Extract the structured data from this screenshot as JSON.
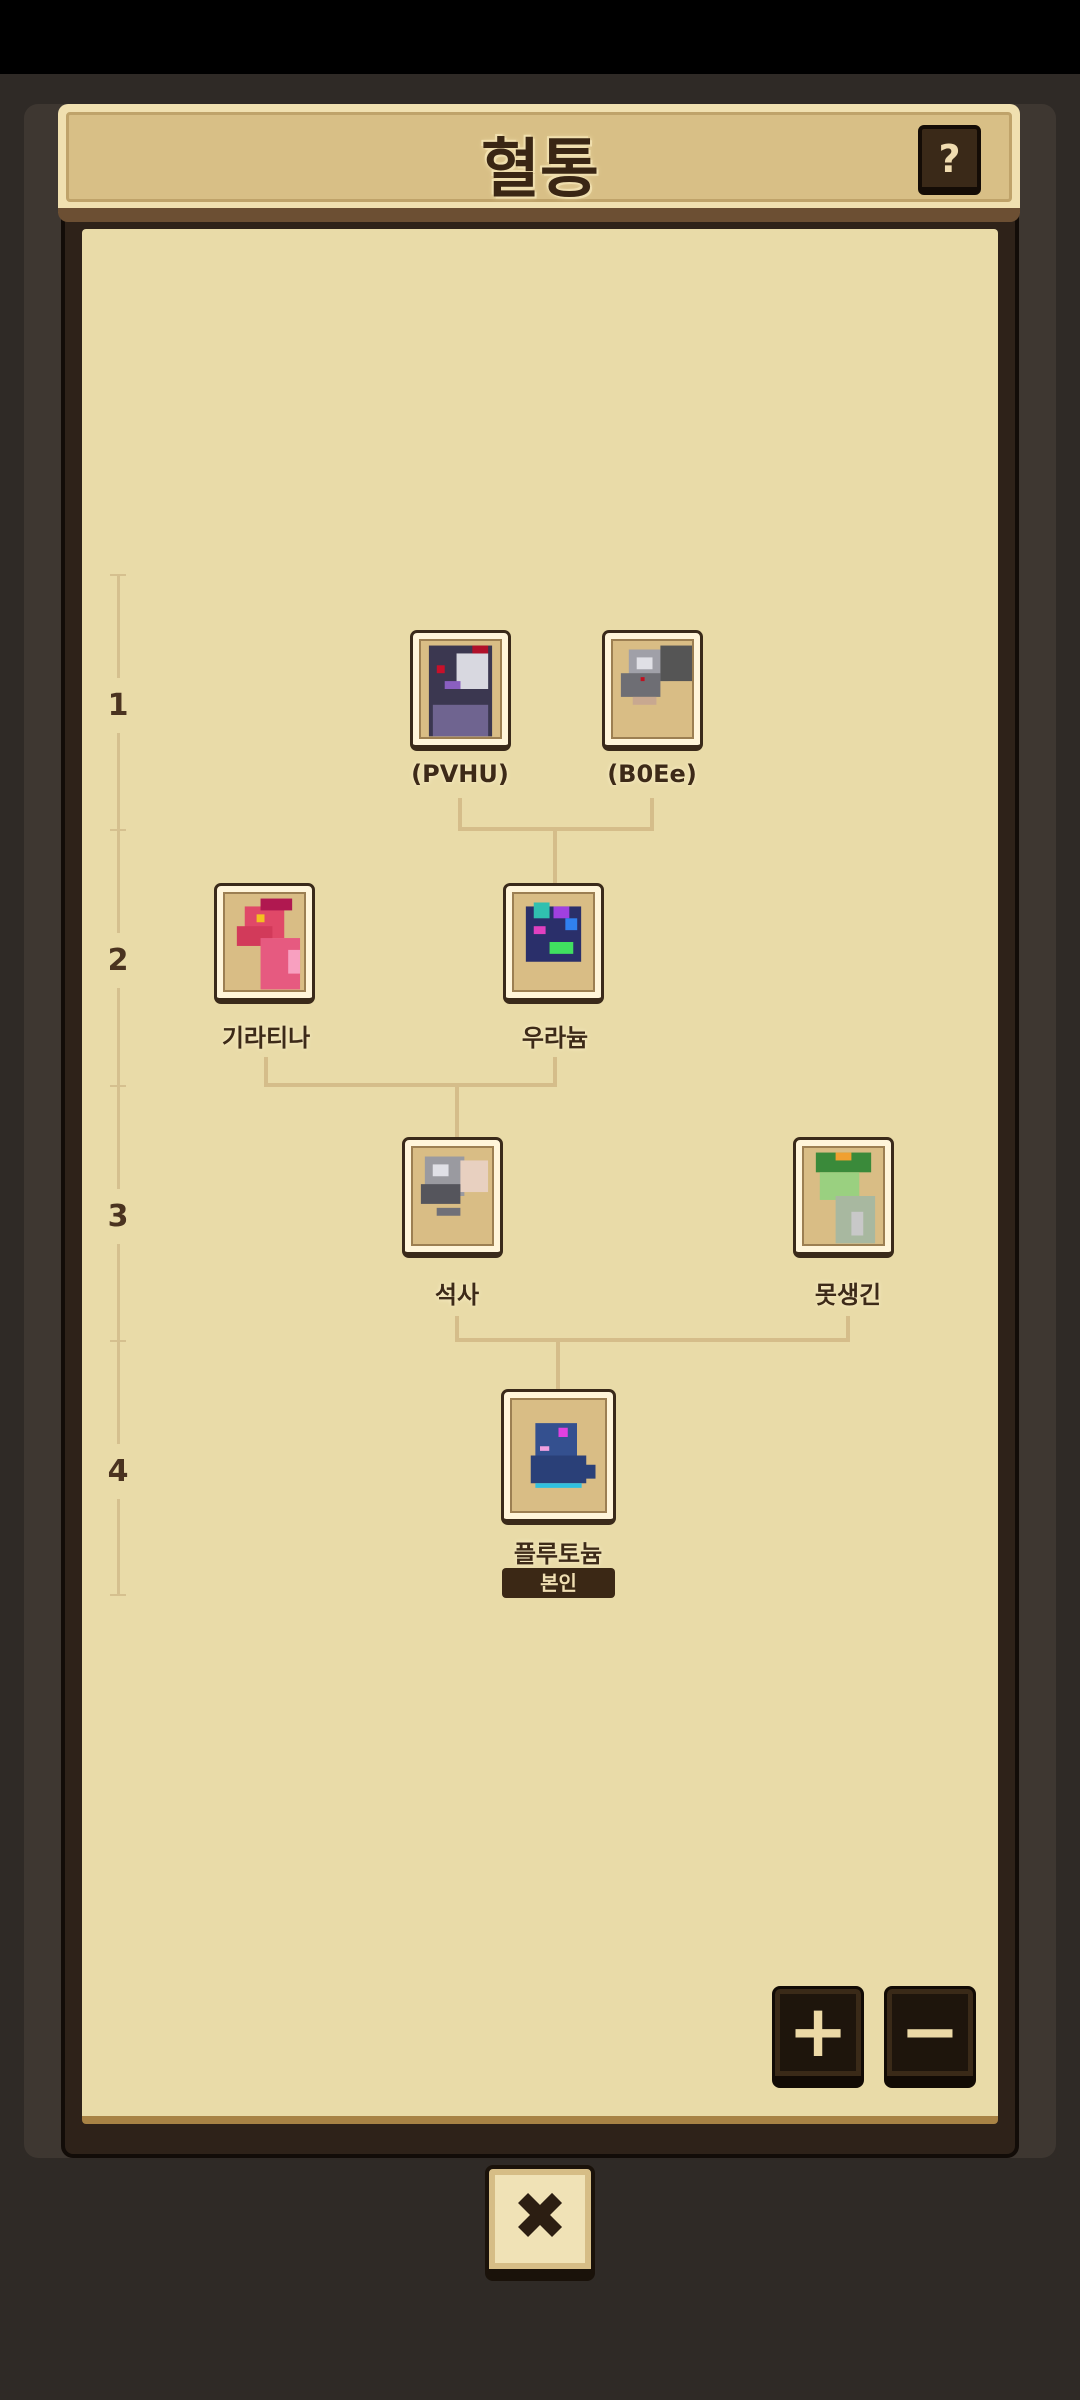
{
  "header": {
    "title": "혈통",
    "help_label": "?"
  },
  "levels": [
    "1",
    "2",
    "3",
    "4"
  ],
  "nodes": [
    {
      "name": "(PVHU)",
      "icon": "dark-armored-dragon-portrait"
    },
    {
      "name": "(B0Ee)",
      "icon": "gray-rock-creature-portrait"
    },
    {
      "name": "기라티나",
      "icon": "pink-dragon-portrait"
    },
    {
      "name": "우라늄",
      "icon": "crystal-blue-creature-portrait"
    },
    {
      "name": "석사",
      "icon": "gray-rock-beast-portrait"
    },
    {
      "name": "못생긴",
      "icon": "green-plant-creature-portrait"
    },
    {
      "name": "플루토늄",
      "icon": "blue-dinosaur-portrait",
      "badge": "본인"
    }
  ],
  "controls": {
    "zoom_in": "+",
    "zoom_out": "−",
    "close": "✖"
  },
  "colors": {
    "parchment": "#e9dba8",
    "frame": "#2e2219",
    "accent": "#3b2815"
  }
}
